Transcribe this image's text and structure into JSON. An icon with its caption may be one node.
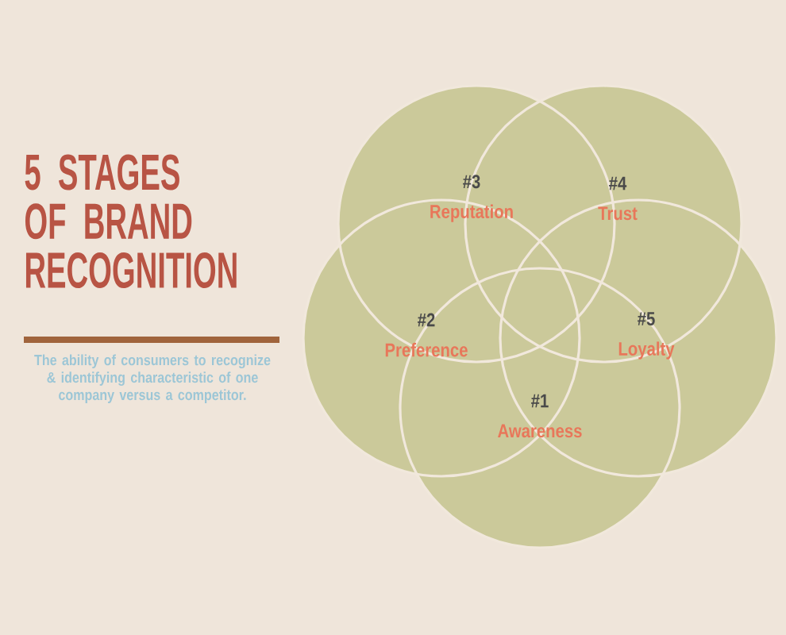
{
  "diagram": {
    "title": "5 STAGES OF BRAND RECOGNITION",
    "caption": "The ability of consumers to recognize & identifying characteristic of one company versus a competitor.",
    "nodes": [
      {
        "text": [
          "#3",
          "Reputation"
        ]
      },
      {
        "text": [
          "#4",
          "Trust"
        ]
      },
      {
        "text": [
          "#2",
          "Preference"
        ]
      },
      {
        "text": [
          "#5",
          "Loyalty"
        ]
      },
      {
        "text": [
          "#1",
          "Awareness"
        ]
      }
    ]
  }
}
